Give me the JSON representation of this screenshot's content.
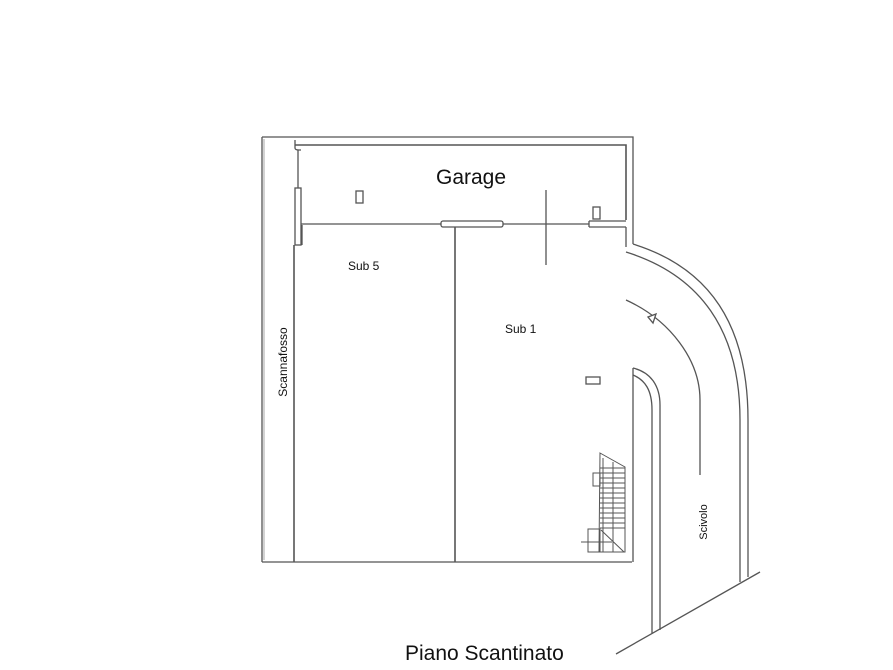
{
  "plan": {
    "title": "Piano Scantinato",
    "rooms": [
      {
        "id": "garage",
        "label": "Garage"
      },
      {
        "id": "sub5",
        "label": "Sub 5"
      },
      {
        "id": "sub1",
        "label": "Sub 1"
      },
      {
        "id": "scannafosso",
        "label": "Scannafosso"
      },
      {
        "id": "scivolo",
        "label": "Scivolo"
      }
    ],
    "colors": {
      "line": "#555555",
      "background": "#ffffff",
      "text": "#111111"
    }
  }
}
